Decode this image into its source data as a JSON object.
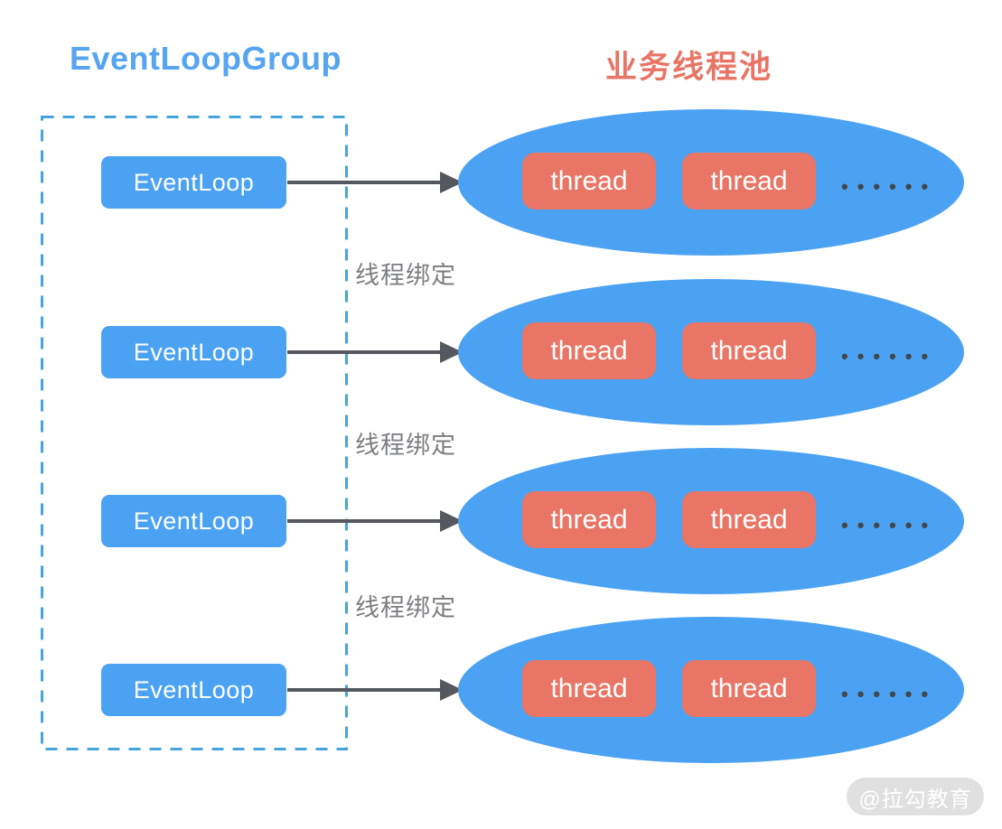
{
  "titles": {
    "left": "EventLoopGroup",
    "right": "业务线程池"
  },
  "rows": [
    {
      "eventloop_label": "EventLoop",
      "threads": [
        "thread",
        "thread"
      ],
      "ellipsis": "••••••"
    },
    {
      "eventloop_label": "EventLoop",
      "threads": [
        "thread",
        "thread"
      ],
      "ellipsis": "••••••"
    },
    {
      "eventloop_label": "EventLoop",
      "threads": [
        "thread",
        "thread"
      ],
      "ellipsis": "••••••"
    },
    {
      "eventloop_label": "EventLoop",
      "threads": [
        "thread",
        "thread"
      ],
      "ellipsis": "••••••"
    }
  ],
  "bind_labels": [
    "线程绑定",
    "线程绑定",
    "线程绑定"
  ],
  "watermark": "@拉勾教育",
  "colors": {
    "box_blue": "#4BA2F3",
    "ellipse_blue": "#4BA2F3",
    "thread_salmon": "#E87565",
    "title_blue": "#56A5F1",
    "title_salmon": "#E87565",
    "dashed_border_blue": "#45A4DA",
    "arrow_gray": "#55585E",
    "bind_label_gray": "#7C7E81",
    "dots_gray": "#43464B",
    "watermark_bg": "#DBDBDB",
    "watermark_text": "#FFFFFF"
  }
}
